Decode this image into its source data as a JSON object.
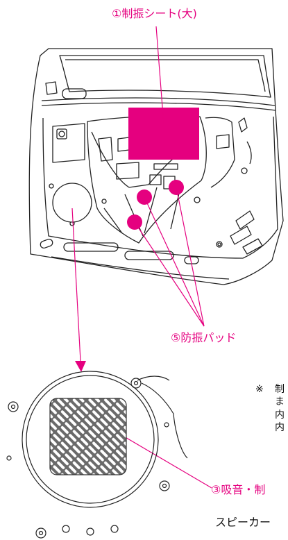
{
  "colors": {
    "accent": "#e5007f",
    "line": "#222222",
    "pad_pattern": "#555555"
  },
  "labels": {
    "damping_sheet_large": "①制振シート(大)",
    "anti_vibration_pad": "⑤防振パッド",
    "sound_absorbing": "③吸音・制",
    "speaker_caption": "スピーカー"
  },
  "note": {
    "mark": "※",
    "lines": [
      "制",
      "ま",
      "内",
      "内"
    ]
  }
}
